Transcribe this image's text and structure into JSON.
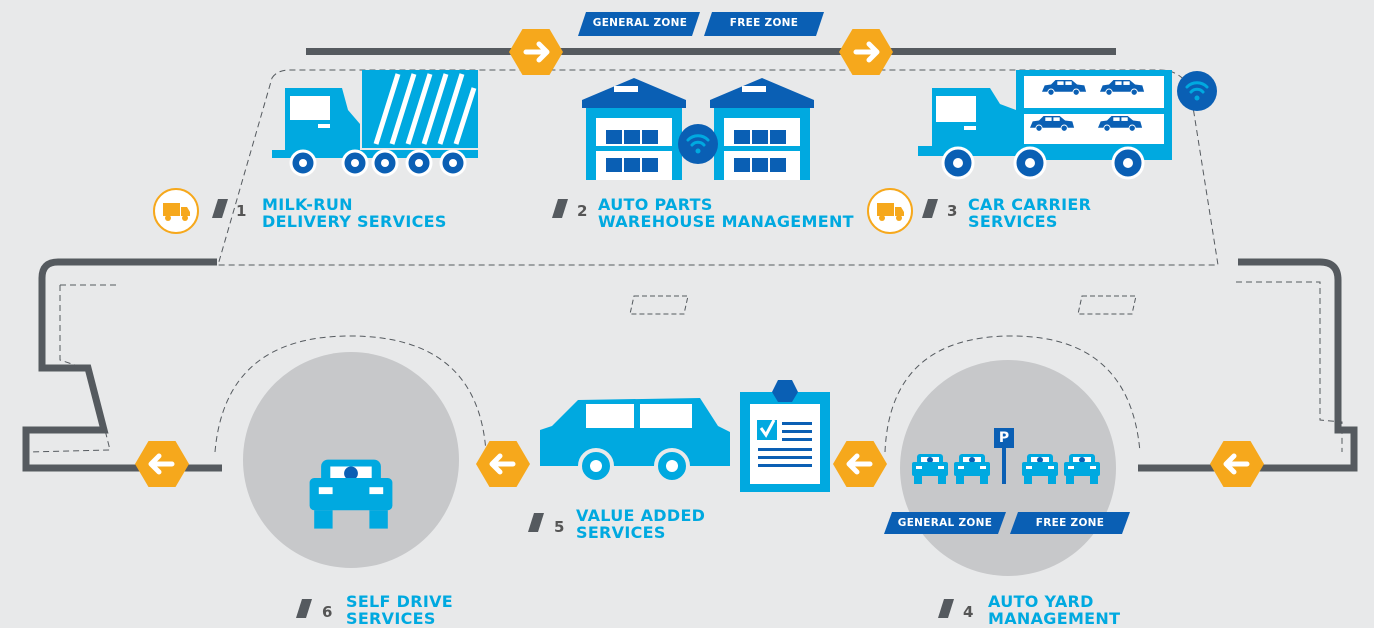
{
  "top_zones": {
    "general": "GENERAL ZONE",
    "free": "FREE ZONE"
  },
  "yard_zones": {
    "general": "GENERAL ZONE",
    "free": "FREE ZONE"
  },
  "services": [
    {
      "number": "1",
      "line1": "MILK-RUN",
      "line2": "DELIVERY SERVICES"
    },
    {
      "number": "2",
      "line1": "AUTO PARTS",
      "line2": "WAREHOUSE MANAGEMENT"
    },
    {
      "number": "3",
      "line1": "CAR CARRIER",
      "line2": "SERVICES"
    },
    {
      "number": "4",
      "line1": "AUTO YARD",
      "line2": "MANAGEMENT"
    },
    {
      "number": "5",
      "line1": "VALUE ADDED",
      "line2": "SERVICES"
    },
    {
      "number": "6",
      "line1": "SELF DRIVE",
      "line2": "SERVICES"
    }
  ],
  "parking_sign": "P",
  "colors": {
    "light_blue": "#00a9e0",
    "dark_blue": "#0a5fb4",
    "orange": "#f6a81c",
    "grey_line": "#555a5f",
    "background": "#e8e9ea"
  }
}
